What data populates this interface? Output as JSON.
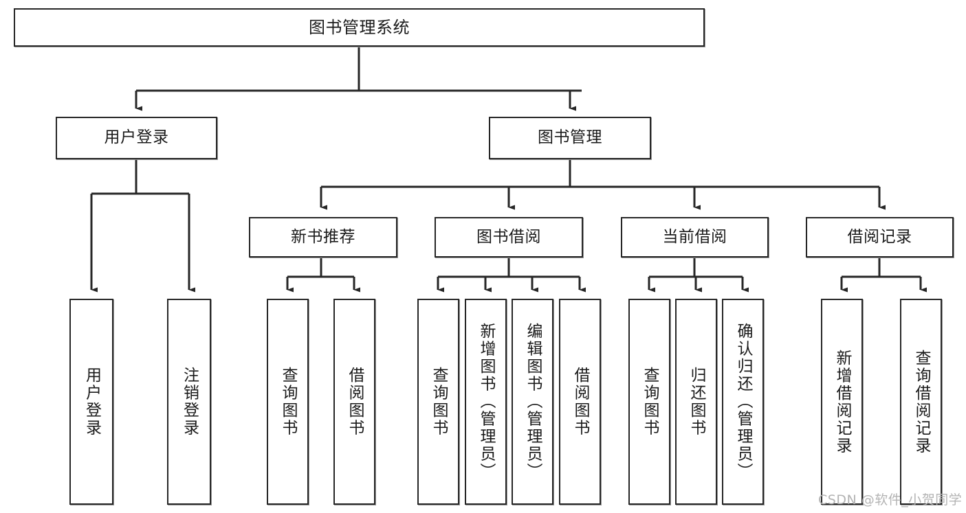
{
  "diagram": {
    "type": "tree",
    "orientation": "top-down",
    "root": {
      "id": "root",
      "label": "图书管理系统"
    },
    "level2": [
      {
        "id": "user-login",
        "label": "用户登录"
      },
      {
        "id": "book-management",
        "label": "图书管理"
      }
    ],
    "level3": [
      {
        "id": "new-book-recommend",
        "label": "新书推荐",
        "parent": "book-management"
      },
      {
        "id": "book-borrow",
        "label": "图书借阅",
        "parent": "book-management"
      },
      {
        "id": "current-borrow",
        "label": "当前借阅",
        "parent": "book-management"
      },
      {
        "id": "borrow-record",
        "label": "借阅记录",
        "parent": "book-management"
      }
    ],
    "leaves": [
      {
        "id": "leaf-user-login",
        "label": "用户登录",
        "parent": "user-login"
      },
      {
        "id": "leaf-logout-login",
        "label": "注销登录",
        "parent": "user-login"
      },
      {
        "id": "leaf-query-book-1",
        "label": "查询图书",
        "parent": "new-book-recommend"
      },
      {
        "id": "leaf-borrow-book-1",
        "label": "借阅图书",
        "parent": "new-book-recommend"
      },
      {
        "id": "leaf-query-book-2",
        "label": "查询图书",
        "parent": "book-borrow"
      },
      {
        "id": "leaf-add-book",
        "label": "新增图书（管理员）",
        "parent": "book-borrow"
      },
      {
        "id": "leaf-edit-book",
        "label": "编辑图书（管理员）",
        "parent": "book-borrow"
      },
      {
        "id": "leaf-borrow-book-2",
        "label": "借阅图书",
        "parent": "book-borrow"
      },
      {
        "id": "leaf-query-book-3",
        "label": "查询图书",
        "parent": "current-borrow"
      },
      {
        "id": "leaf-return-book",
        "label": "归还图书",
        "parent": "current-borrow"
      },
      {
        "id": "leaf-confirm-return",
        "label": "确认归还（管理员）",
        "parent": "current-borrow"
      },
      {
        "id": "leaf-add-record",
        "label": "新增借阅记录",
        "parent": "borrow-record"
      },
      {
        "id": "leaf-query-record",
        "label": "查询借阅记录",
        "parent": "borrow-record"
      }
    ],
    "colors": {
      "background": "#ffffff",
      "box_border": "#262626",
      "box_fill": "#ffffff",
      "connector": "#262626",
      "text": "#1a1a1a",
      "watermark": "#b3b3b3"
    }
  },
  "watermark": {
    "text": "CSDN @软件_小贺同学"
  }
}
